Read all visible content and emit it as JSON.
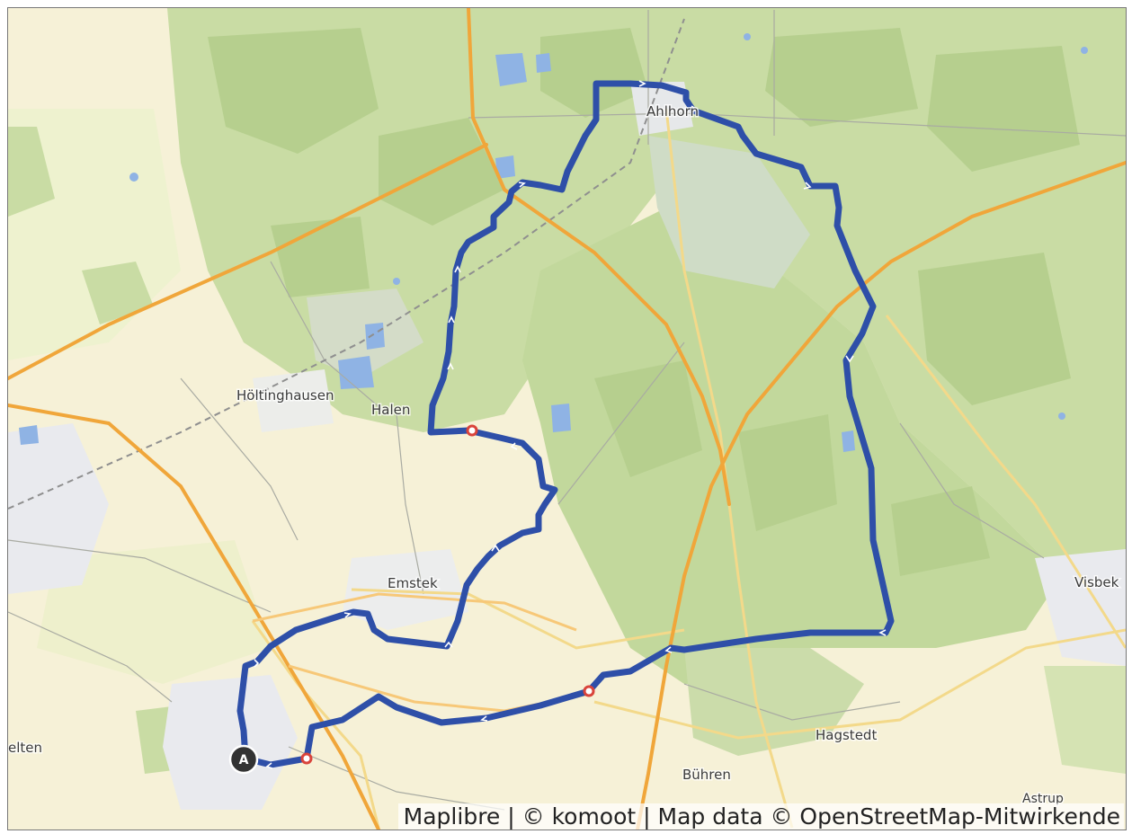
{
  "map": {
    "places": {
      "hoeltinghausen": "Höltinghausen",
      "halen": "Halen",
      "ahlhorn": "Ahlhorn",
      "emstek": "Emstek",
      "visbek": "Visbek",
      "hagstedt": "Hagstedt",
      "buehren": "Bühren",
      "astrup": "Astrup",
      "celten": "elten"
    },
    "start_marker_label": "A",
    "attribution": "Maplibre | © komoot | Map data © OpenStreetMap-Mitwirkende",
    "colors": {
      "route": "#2e4fa8",
      "forest": "#c9dca4",
      "forest_dark": "#b6cf8e",
      "farmland": "#f6f1d7",
      "urban": "#e9eaee",
      "motorway": "#f0a63a",
      "water": "#8fb3e4",
      "waypoint": "#d9443b",
      "start_marker": "#333333"
    }
  }
}
